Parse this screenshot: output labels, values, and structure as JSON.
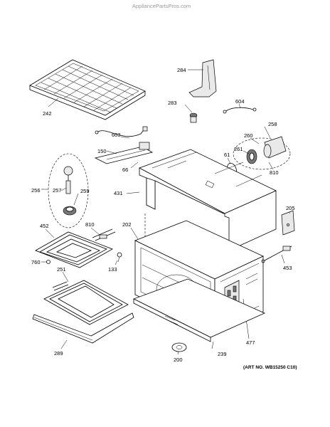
{
  "watermark": "AppliancePartsPros.com",
  "art_number": "(ART NO. WB15250 C10)",
  "callouts": {
    "p242": "242",
    "p284": "284",
    "p283": "283",
    "p604": "604",
    "p603": "603",
    "p258": "258",
    "p260": "260",
    "p150": "150",
    "p261": "261",
    "p61": "61",
    "p66": "66",
    "p810a": "810",
    "p256": "256",
    "p257": "257",
    "p259": "259",
    "p431": "431",
    "p205": "205",
    "p452": "452",
    "p810b": "810",
    "p202": "202",
    "p453": "453",
    "p760": "760",
    "p251": "251",
    "p133": "133",
    "p477": "477",
    "p289": "289",
    "p200": "200",
    "p239": "239"
  }
}
